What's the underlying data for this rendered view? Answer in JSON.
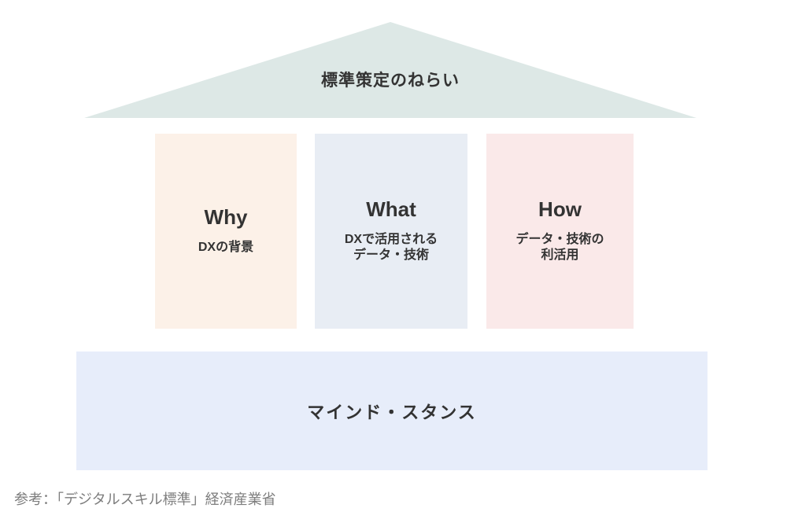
{
  "diagram": {
    "roof": {
      "title": "標準策定のねらい",
      "bg": "#dde8e6"
    },
    "pillars": [
      {
        "id": "why",
        "title": "Why",
        "subtitle_lines": [
          "DXの背景"
        ],
        "bg": "#fcf1e8"
      },
      {
        "id": "what",
        "title": "What",
        "subtitle_lines": [
          "DXで活用される",
          "データ・技術"
        ],
        "bg": "#e8edf4"
      },
      {
        "id": "how",
        "title": "How",
        "subtitle_lines": [
          "データ・技術の",
          "利活用"
        ],
        "bg": "#fae9e9"
      }
    ],
    "foundation": {
      "label": "マインド・スタンス",
      "bg": "#e7edfa"
    },
    "caption": "参考：「デジタルスキル標準」経済産業省",
    "colors": {
      "text": "#333333",
      "caption_text": "#7d7d7d",
      "background": "#ffffff"
    }
  }
}
